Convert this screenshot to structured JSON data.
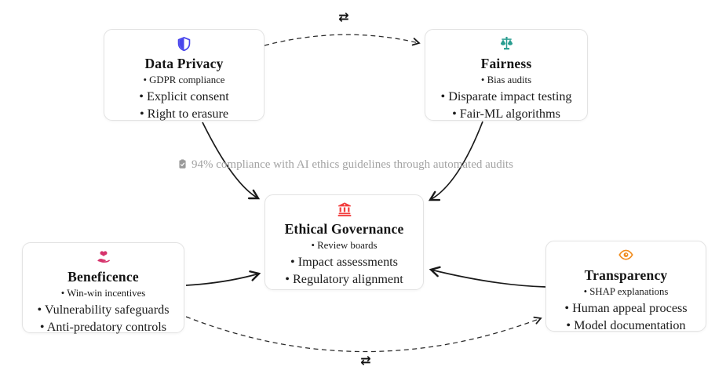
{
  "diagram": {
    "exchange_symbol": "⇄",
    "annotation": {
      "icon": "clipboard-check-icon",
      "text": "94% compliance with AI ethics guidelines through automated audits"
    },
    "nodes": [
      {
        "id": "data_privacy",
        "title": "Data Privacy",
        "icon": "shield-halved-icon",
        "accent": "#4845ec",
        "items": [
          "GDPR compliance",
          "Explicit consent",
          "Right to erasure"
        ]
      },
      {
        "id": "fairness",
        "title": "Fairness",
        "icon": "scales-icon",
        "accent": "#299d90",
        "items": [
          "Bias audits",
          "Disparate impact testing",
          "Fair-ML algorithms"
        ]
      },
      {
        "id": "ethical_governance",
        "title": "Ethical Governance",
        "icon": "bank-icon",
        "accent": "#f23c3c",
        "items": [
          "Review boards",
          "Impact assessments",
          "Regulatory alignment"
        ]
      },
      {
        "id": "beneficence",
        "title": "Beneficence",
        "icon": "hand-holding-heart-icon",
        "accent": "#d6336c",
        "items": [
          "Win-win incentives",
          "Vulnerability safeguards",
          "Anti-predatory controls"
        ]
      },
      {
        "id": "transparency",
        "title": "Transparency",
        "icon": "eye-icon",
        "accent": "#f08c1d",
        "items": [
          "SHAP explanations",
          "Human appeal process",
          "Model documentation"
        ]
      }
    ]
  }
}
